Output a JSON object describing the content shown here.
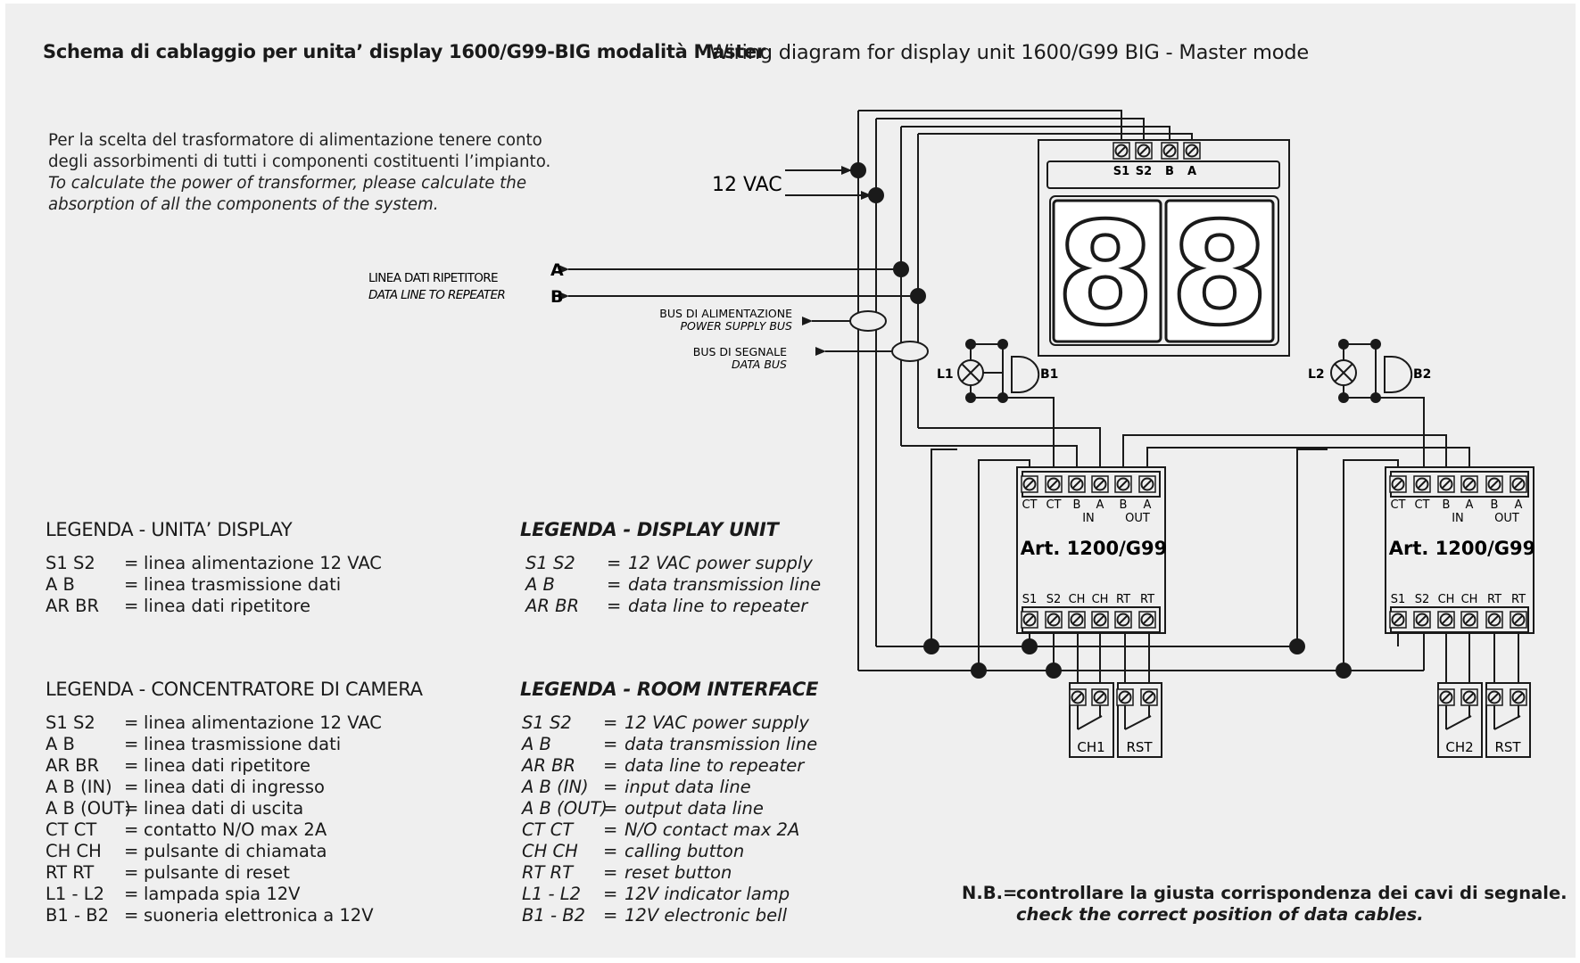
{
  "title": {
    "italian": "Schema di cablaggio per unita’ display 1600/G99-BIG modalità Master",
    "english": "Wiring diagram for display unit 1600/G99 BIG - Master mode"
  },
  "note": {
    "it_line1": "Per la scelta del trasformatore di alimentazione tenere conto",
    "it_line2": "degli assorbimenti di tutti i componenti costituenti l’impianto.",
    "en_line1": "To calculate the power of transformer, please calculate the",
    "en_line2": "absorption of all the components of the system."
  },
  "diagram": {
    "vac_label": "12 VAC",
    "line_a": "A",
    "line_b": "B",
    "repeater_it": "LINEA DATI RIPETITORE",
    "repeater_en": "DATA LINE TO REPEATER",
    "power_bus_it": "BUS DI ALIMENTAZIONE",
    "power_bus_en": "POWER SUPPLY BUS",
    "data_bus_it": "BUS DI SEGNALE",
    "data_bus_en": "DATA BUS",
    "display_terminals": [
      "S1",
      "S2",
      "B",
      "A"
    ],
    "display_digits": "88",
    "lamp1": "L1",
    "bell1": "B1",
    "lamp2": "L2",
    "bell2": "B2",
    "module_top_terms": [
      "CT",
      "CT",
      "B",
      "A",
      "B",
      "A"
    ],
    "module_in": "IN",
    "module_out": "OUT",
    "module_title": "Art. 1200/G99",
    "module_bottom_terms": [
      "S1",
      "S2",
      "CH",
      "CH",
      "RT",
      "RT"
    ],
    "button_ch1": "CH1",
    "button_rst": "RST",
    "button_ch2": "CH2"
  },
  "legend_display_it": {
    "heading": "LEGENDA - UNITA’ DISPLAY",
    "rows": [
      {
        "key": "S1 S2",
        "eq": "=",
        "val": "linea alimentazione 12 VAC"
      },
      {
        "key": "A  B",
        "eq": "=",
        "val": "linea trasmissione dati"
      },
      {
        "key": "AR BR",
        "eq": "=",
        "val": "linea dati ripetitore"
      }
    ]
  },
  "legend_display_en": {
    "heading": "LEGENDA - DISPLAY UNIT",
    "rows": [
      {
        "key": "S1 S2",
        "eq": "=",
        "val": "12 VAC power supply"
      },
      {
        "key": "A  B",
        "eq": "=",
        "val": "data transmission line"
      },
      {
        "key": "AR BR",
        "eq": "=",
        "val": "data line to repeater"
      }
    ]
  },
  "legend_room_it": {
    "heading": "LEGENDA - CONCENTRATORE DI CAMERA",
    "rows": [
      {
        "key": "S1 S2",
        "eq": "=",
        "val": "linea alimentazione 12 VAC"
      },
      {
        "key": "A  B",
        "eq": "=",
        "val": "linea trasmissione dati"
      },
      {
        "key": "AR BR",
        "eq": "=",
        "val": "linea dati ripetitore"
      },
      {
        "key": "A B (IN)",
        "eq": "=",
        "val": "linea dati di ingresso"
      },
      {
        "key": "A B (OUT)",
        "eq": "=",
        "val": "linea dati di uscita"
      },
      {
        "key": "CT CT",
        "eq": "=",
        "val": "contatto N/O max 2A"
      },
      {
        "key": "CH CH",
        "eq": "=",
        "val": "pulsante di chiamata"
      },
      {
        "key": "RT RT",
        "eq": "=",
        "val": "pulsante di reset"
      },
      {
        "key": "L1 - L2",
        "eq": "=",
        "val": "lampada spia 12V"
      },
      {
        "key": "B1 - B2",
        "eq": "=",
        "val": "suoneria elettronica a 12V"
      }
    ]
  },
  "legend_room_en": {
    "heading": "LEGENDA - ROOM INTERFACE",
    "rows": [
      {
        "key": "S1 S2",
        "eq": "=",
        "val": "12 VAC power supply"
      },
      {
        "key": "A  B",
        "eq": "=",
        "val": "data transmission line"
      },
      {
        "key": "AR BR",
        "eq": "=",
        "val": "data line to repeater"
      },
      {
        "key": "A B (IN)",
        "eq": "=",
        "val": "input data line"
      },
      {
        "key": "A B (OUT)",
        "eq": "=",
        "val": "output data line"
      },
      {
        "key": "CT CT",
        "eq": "=",
        "val": "N/O contact max 2A"
      },
      {
        "key": "CH CH",
        "eq": "=",
        "val": "calling button"
      },
      {
        "key": "RT RT",
        "eq": "=",
        "val": "reset button"
      },
      {
        "key": "L1 - L2",
        "eq": "=",
        "val": "12V indicator lamp"
      },
      {
        "key": "B1 - B2",
        "eq": "=",
        "val": "12V electronic bell"
      }
    ]
  },
  "footnote": {
    "prefix": "N.B.=",
    "it": "controllare la giusta corrispondenza dei cavi di segnale.",
    "en": "check the correct position of data cables."
  }
}
